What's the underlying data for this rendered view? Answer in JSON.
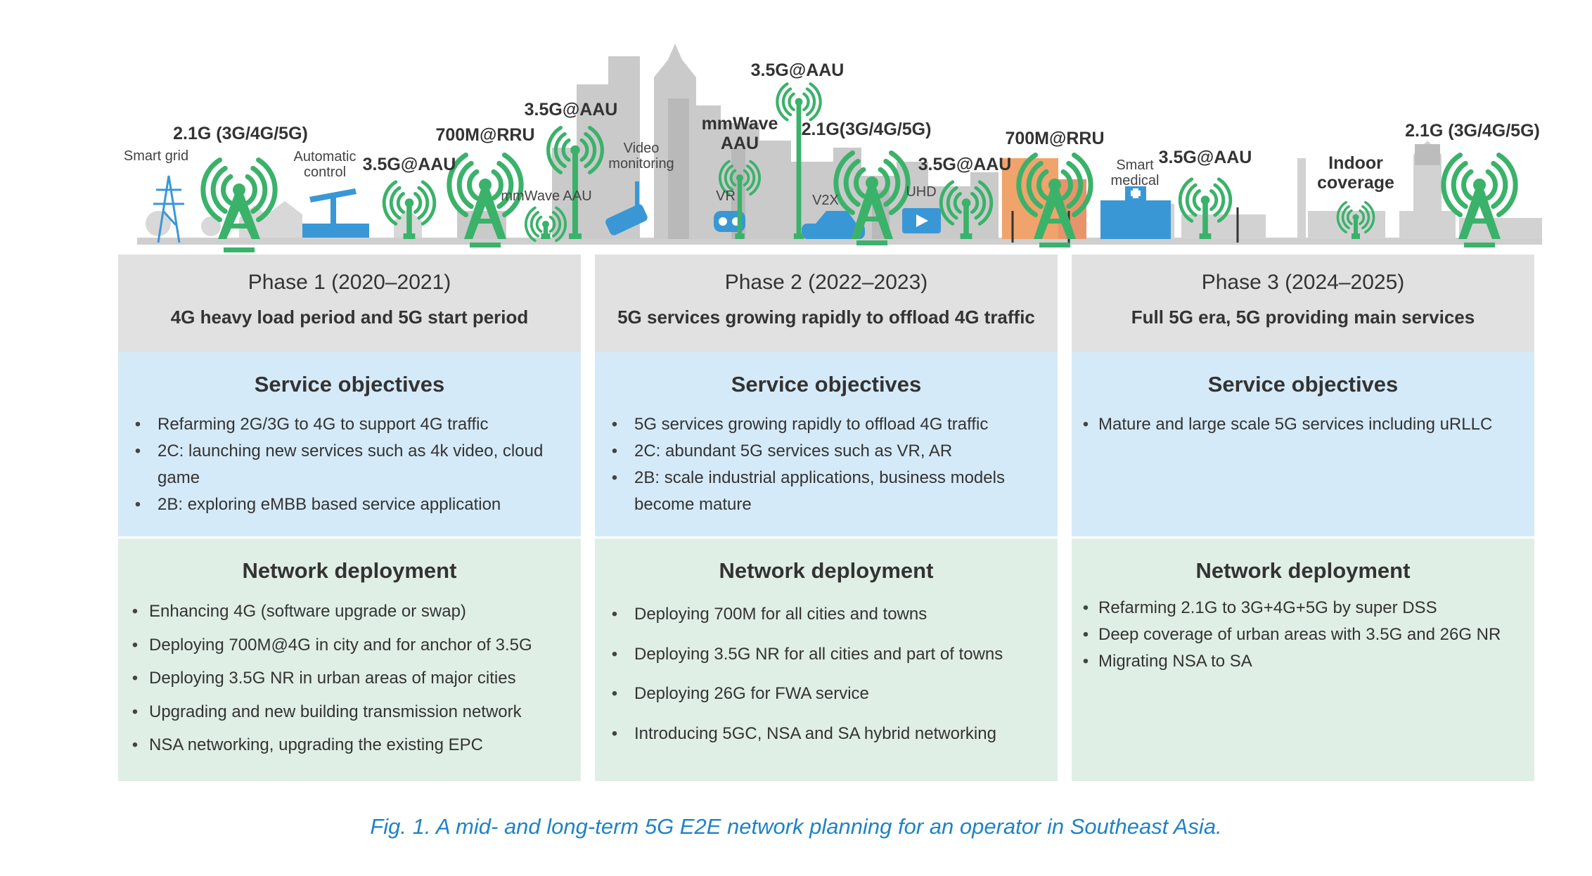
{
  "banner": {
    "labels": [
      {
        "id": "smart-grid",
        "text": "Smart grid",
        "style": "small"
      },
      {
        "id": "tower1",
        "text": "2.1G (3G/4G/5G)",
        "style": "bold"
      },
      {
        "id": "automatic-control",
        "text": "Automatic\ncontrol",
        "style": "small"
      },
      {
        "id": "tower2",
        "text": "3.5G@AAU",
        "style": "bold"
      },
      {
        "id": "tower3",
        "text": "700M@RRU",
        "style": "bold"
      },
      {
        "id": "mmwave-aau-small",
        "text": "mmWave AAU",
        "style": "small"
      },
      {
        "id": "tower4",
        "text": "3.5G@AAU",
        "style": "bold"
      },
      {
        "id": "video-monitoring",
        "text": "Video\nmonitoring",
        "style": "small"
      },
      {
        "id": "mmwave-aau-bold",
        "text": "mmWave\nAAU",
        "style": "bold"
      },
      {
        "id": "vr",
        "text": "VR",
        "style": "small"
      },
      {
        "id": "tower5",
        "text": "3.5G@AAU",
        "style": "bold"
      },
      {
        "id": "tower6",
        "text": "2.1G(3G/4G/5G)",
        "style": "bold"
      },
      {
        "id": "v2x",
        "text": "V2X",
        "style": "small"
      },
      {
        "id": "tower7",
        "text": "3.5G@AAU",
        "style": "bold"
      },
      {
        "id": "uhd",
        "text": "UHD",
        "style": "small"
      },
      {
        "id": "tower8",
        "text": "700M@RRU",
        "style": "bold"
      },
      {
        "id": "smart-medical",
        "text": "Smart\nmedical",
        "style": "small"
      },
      {
        "id": "tower9",
        "text": "3.5G@AAU",
        "style": "bold"
      },
      {
        "id": "indoor-coverage",
        "text": "Indoor\ncoverage",
        "style": "bold"
      },
      {
        "id": "tower10",
        "text": "2.1G (3G/4G/5G)",
        "style": "bold"
      }
    ]
  },
  "phases": [
    {
      "title": "Phase 1 (2020–2021)",
      "subtitle": "4G heavy load period and 5G start period",
      "service_heading": "Service objectives",
      "service_items": [
        "Refarming 2G/3G to 4G to support 4G traffic",
        "2C: launching new services such as 4k video, cloud game",
        "2B: exploring eMBB based service application"
      ],
      "network_heading": "Network deployment",
      "network_items": [
        "Enhancing 4G (software upgrade or swap)",
        "Deploying 700M@4G in city and for anchor of 3.5G",
        "Deploying  3.5G NR in urban areas of major cities",
        "Upgrading and new building transmission network",
        "NSA networking, upgrading the existing EPC"
      ]
    },
    {
      "title": "Phase 2 (2022–2023)",
      "subtitle": "5G services growing rapidly to offload 4G traffic",
      "service_heading": "Service objectives",
      "service_items": [
        "5G services growing rapidly to offload 4G traffic",
        "2C: abundant 5G services such as VR, AR",
        "2B: scale industrial applications, business models become mature"
      ],
      "network_heading": "Network deployment",
      "network_items": [
        "Deploying 700M for all cities and towns",
        "Deploying  3.5G NR for all cities and part of towns",
        "Deploying 26G for FWA service",
        "Introducing 5GC, NSA and SA hybrid networking"
      ]
    },
    {
      "title": "Phase 3 (2024–2025)",
      "subtitle": "Full 5G era, 5G providing main services",
      "service_heading": "Service objectives",
      "service_items": [
        "Mature and large scale 5G services including uRLLC"
      ],
      "network_heading": "Network deployment",
      "network_items": [
        "Refarming 2.1G to 3G+4G+5G by super DSS",
        "Deep coverage of urban areas with 3.5G and 26G NR",
        "Migrating NSA to SA"
      ]
    }
  ],
  "caption": "Fig. 1. A mid- and long-term 5G E2E network planning for an operator in Southeast Asia.",
  "colors": {
    "tower_green": "#3ab26a",
    "skyline_grey": "#c9c9c9",
    "phase_grey": "#e1e1e1",
    "service_blue": "#d5eaf8",
    "network_green": "#e0efe6",
    "accent_blue": "#3a97d6",
    "caption_blue": "#1f82c7"
  }
}
